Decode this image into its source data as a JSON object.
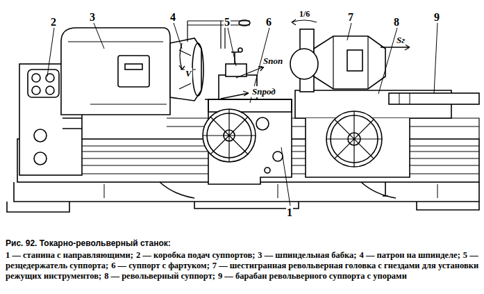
{
  "diagram": {
    "caption": "Рис. 92. Токарно-револьверный станок:",
    "labels": [
      "2",
      "3",
      "4",
      "5",
      "6",
      "1/6",
      "7",
      "8",
      "9",
      "V",
      "Sпоп",
      "Sпрод",
      "Sг",
      "1",
      "1 — станина с направляющими;",
      "2 — коробка подач суппортов;",
      "3 — шпиндельная бабка;",
      "4 — патрон на шпинделе;",
      "5 — резцедержатель суппорта;",
      "6 — суппорт с фартуком;",
      "7 — шестигранная револьверная головка с гнездами для установки режущих инструментов;",
      "8 — револьверный суппорт;",
      "9 — барабан револьверного суппорта с упорами"
    ]
  }
}
